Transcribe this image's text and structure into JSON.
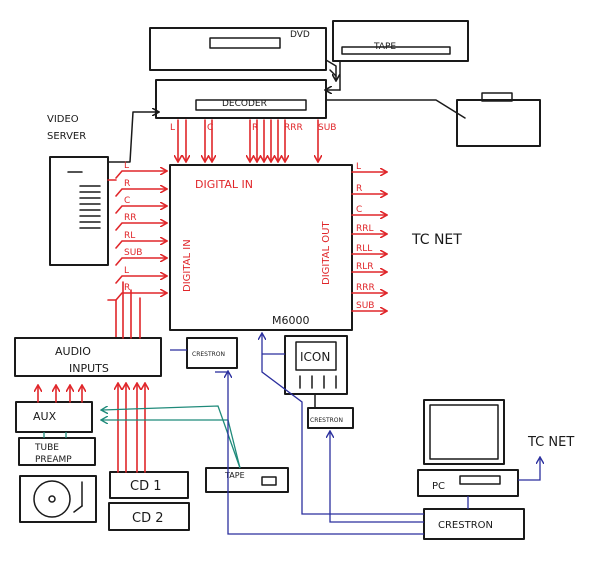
{
  "labels": {
    "dvd": "DVD",
    "tape_top": "TAPE",
    "decoder": "DECODER",
    "video_server_line1": "VIDEO",
    "video_server_line2": "SERVER",
    "m6000": "M6000",
    "tc_net_main": "TC NET",
    "tc_net_pc": "TC NET",
    "audio_inputs_line1": "AUDIO",
    "audio_inputs_line2": "INPUTS",
    "crestron_small": "CRESTRON",
    "icon": "ICON",
    "crestron_icon": "CRESTRON",
    "aux": "AUX",
    "tube_preamp_line1": "TUBE",
    "tube_preamp_line2": "PREAMP",
    "cd1": "CD 1",
    "cd2": "CD 2",
    "tape_bottom": "TAPE",
    "pc": "PC",
    "crestron_main": "CRESTRON"
  },
  "decoder_outputs": [
    "L",
    "C",
    "R",
    "RRR",
    "SUB"
  ],
  "digital_in_title": "DIGITAL IN",
  "digital_in_side_title": "DIGITAL IN",
  "digital_in_side": [
    "L",
    "R",
    "C",
    "RR",
    "RL",
    "SUB",
    "L",
    "R"
  ],
  "digital_out_title": "DIGITAL OUT",
  "digital_out": [
    "L",
    "R",
    "C",
    "RRL",
    "RLL",
    "RLR",
    "RRR",
    "SUB"
  ],
  "colors": {
    "ink": "#1a1a1a",
    "audio": "#e0262a",
    "control": "#2b2f9e",
    "analog": "#1f8a7a"
  }
}
